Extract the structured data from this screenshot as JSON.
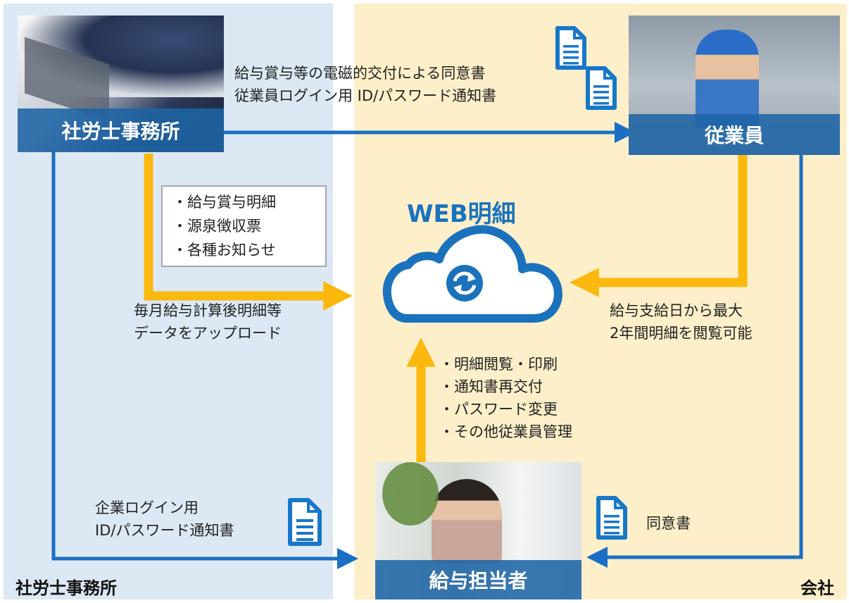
{
  "regions": {
    "left_label": "社労士事務所",
    "right_label": "会社"
  },
  "nodes": {
    "office": "社労士事務所",
    "employee": "従業員",
    "payroll": "給与担当者",
    "web": "WEB明細"
  },
  "top_docs": [
    "給与賞与等の電磁的交付による同意書",
    "従業員ログイン用 ID/パスワード通知書"
  ],
  "upload_items": [
    "・給与賞与明細",
    "・源泉徴収票",
    "・各種お知らせ"
  ],
  "upload_caption": [
    "毎月給与計算後明細等",
    "データをアップロード"
  ],
  "view_caption": [
    "給与支給日から最大",
    "2年間明細を閲覧可能"
  ],
  "admin_items": [
    "・明細閲覧・印刷",
    "・通知書再交付",
    "・パスワード変更",
    "・その他従業員管理"
  ],
  "company_login": [
    "企業ログイン用",
    "ID/パスワード通知書"
  ],
  "consent": "同意書",
  "colors": {
    "left_bg": "#dce8f4",
    "right_bg": "#fdefc9",
    "blue_arrow": "#1a6fc4",
    "yellow_arrow": "#fbb80f",
    "cloud": "#1a72bd",
    "doc_icon": "#1877c8"
  },
  "icons": [
    "document-icon",
    "cloud-icon",
    "sync-icon"
  ]
}
